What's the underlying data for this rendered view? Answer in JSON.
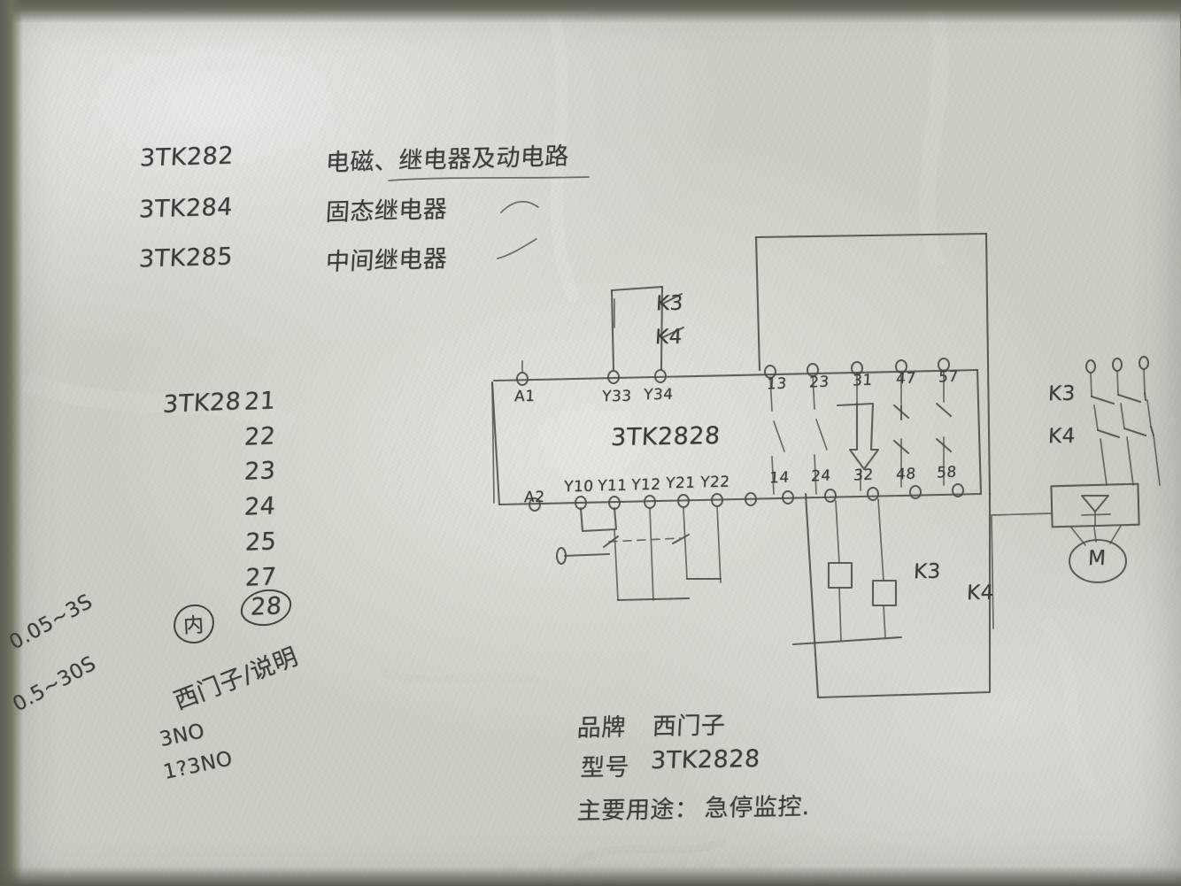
{
  "document": {
    "kind": "handwritten-notes",
    "subject": "Siemens 3TK2828 safety relay wiring sketch"
  },
  "model_list": {
    "rows": [
      {
        "code": "3TK282",
        "desc": "电磁、继电器及动电路",
        "underlined": true,
        "mark": ""
      },
      {
        "code": "3TK284",
        "desc": "固态继电器",
        "underlined": false,
        "mark": "arc"
      },
      {
        "code": "3TK285",
        "desc": "中间继电器",
        "underlined": false,
        "mark": "arc"
      }
    ]
  },
  "variant_list": {
    "prefix": "3TK28",
    "items": [
      "21",
      "22",
      "23",
      "24",
      "25",
      "27",
      "28"
    ],
    "selected": "28"
  },
  "timing_notes": {
    "range_short": "0.05~3S",
    "range_long": "0.5~30S"
  },
  "contact_notes": {
    "line1": "3NO",
    "line2": "1?3NO"
  },
  "misc_notes": {
    "circled_char": "内",
    "rotated_text": "西门子/说明"
  },
  "circuit": {
    "block_label": "3TK2828",
    "supply_terminals": {
      "top": "A1",
      "bottom": "A2"
    },
    "feedback_terminals": {
      "top_left": "Y33",
      "top_right": "Y34"
    },
    "input_terminals": [
      "Y10",
      "Y11",
      "Y12",
      "Y21",
      "Y22"
    ],
    "output_terminals_top": [
      "13",
      "23",
      "31",
      "47",
      "57"
    ],
    "output_terminals_bottom": [
      "14",
      "24",
      "32",
      "48",
      "58"
    ],
    "feedback_contacts": [
      "K3",
      "K4"
    ],
    "coils": [
      "K3",
      "K4"
    ],
    "load_contactors": [
      "K3",
      "K4"
    ],
    "motor_label": "M"
  },
  "spec_notes": {
    "brand_label": "品牌",
    "brand_value": "西门子",
    "model_label": "型号",
    "model_value": "3TK2828",
    "purpose_label": "主要用途：",
    "purpose_value": "急停监控."
  }
}
